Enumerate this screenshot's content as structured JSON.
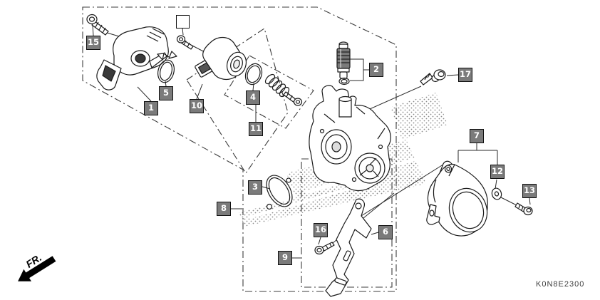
{
  "diagram": {
    "code": "K0N8E2300",
    "direction_label": "FR.",
    "colors": {
      "line": "#1a1a1a",
      "boundary": "#3c3c3c",
      "stipple_dot": "#8a8a8a",
      "callout_bg": "#7b7b7b",
      "callout_text": "#ffffff"
    },
    "callouts": [
      {
        "label": "1"
      },
      {
        "label": "2"
      },
      {
        "label": "3"
      },
      {
        "label": "4"
      },
      {
        "label": "5"
      },
      {
        "label": "6"
      },
      {
        "label": "7"
      },
      {
        "label": "8"
      },
      {
        "label": "9"
      },
      {
        "label": "10"
      },
      {
        "label": "11"
      },
      {
        "label": "12"
      },
      {
        "label": "13"
      },
      {
        "label": "15"
      },
      {
        "label": "16"
      },
      {
        "label": "17"
      },
      {
        "label": ""
      }
    ]
  }
}
